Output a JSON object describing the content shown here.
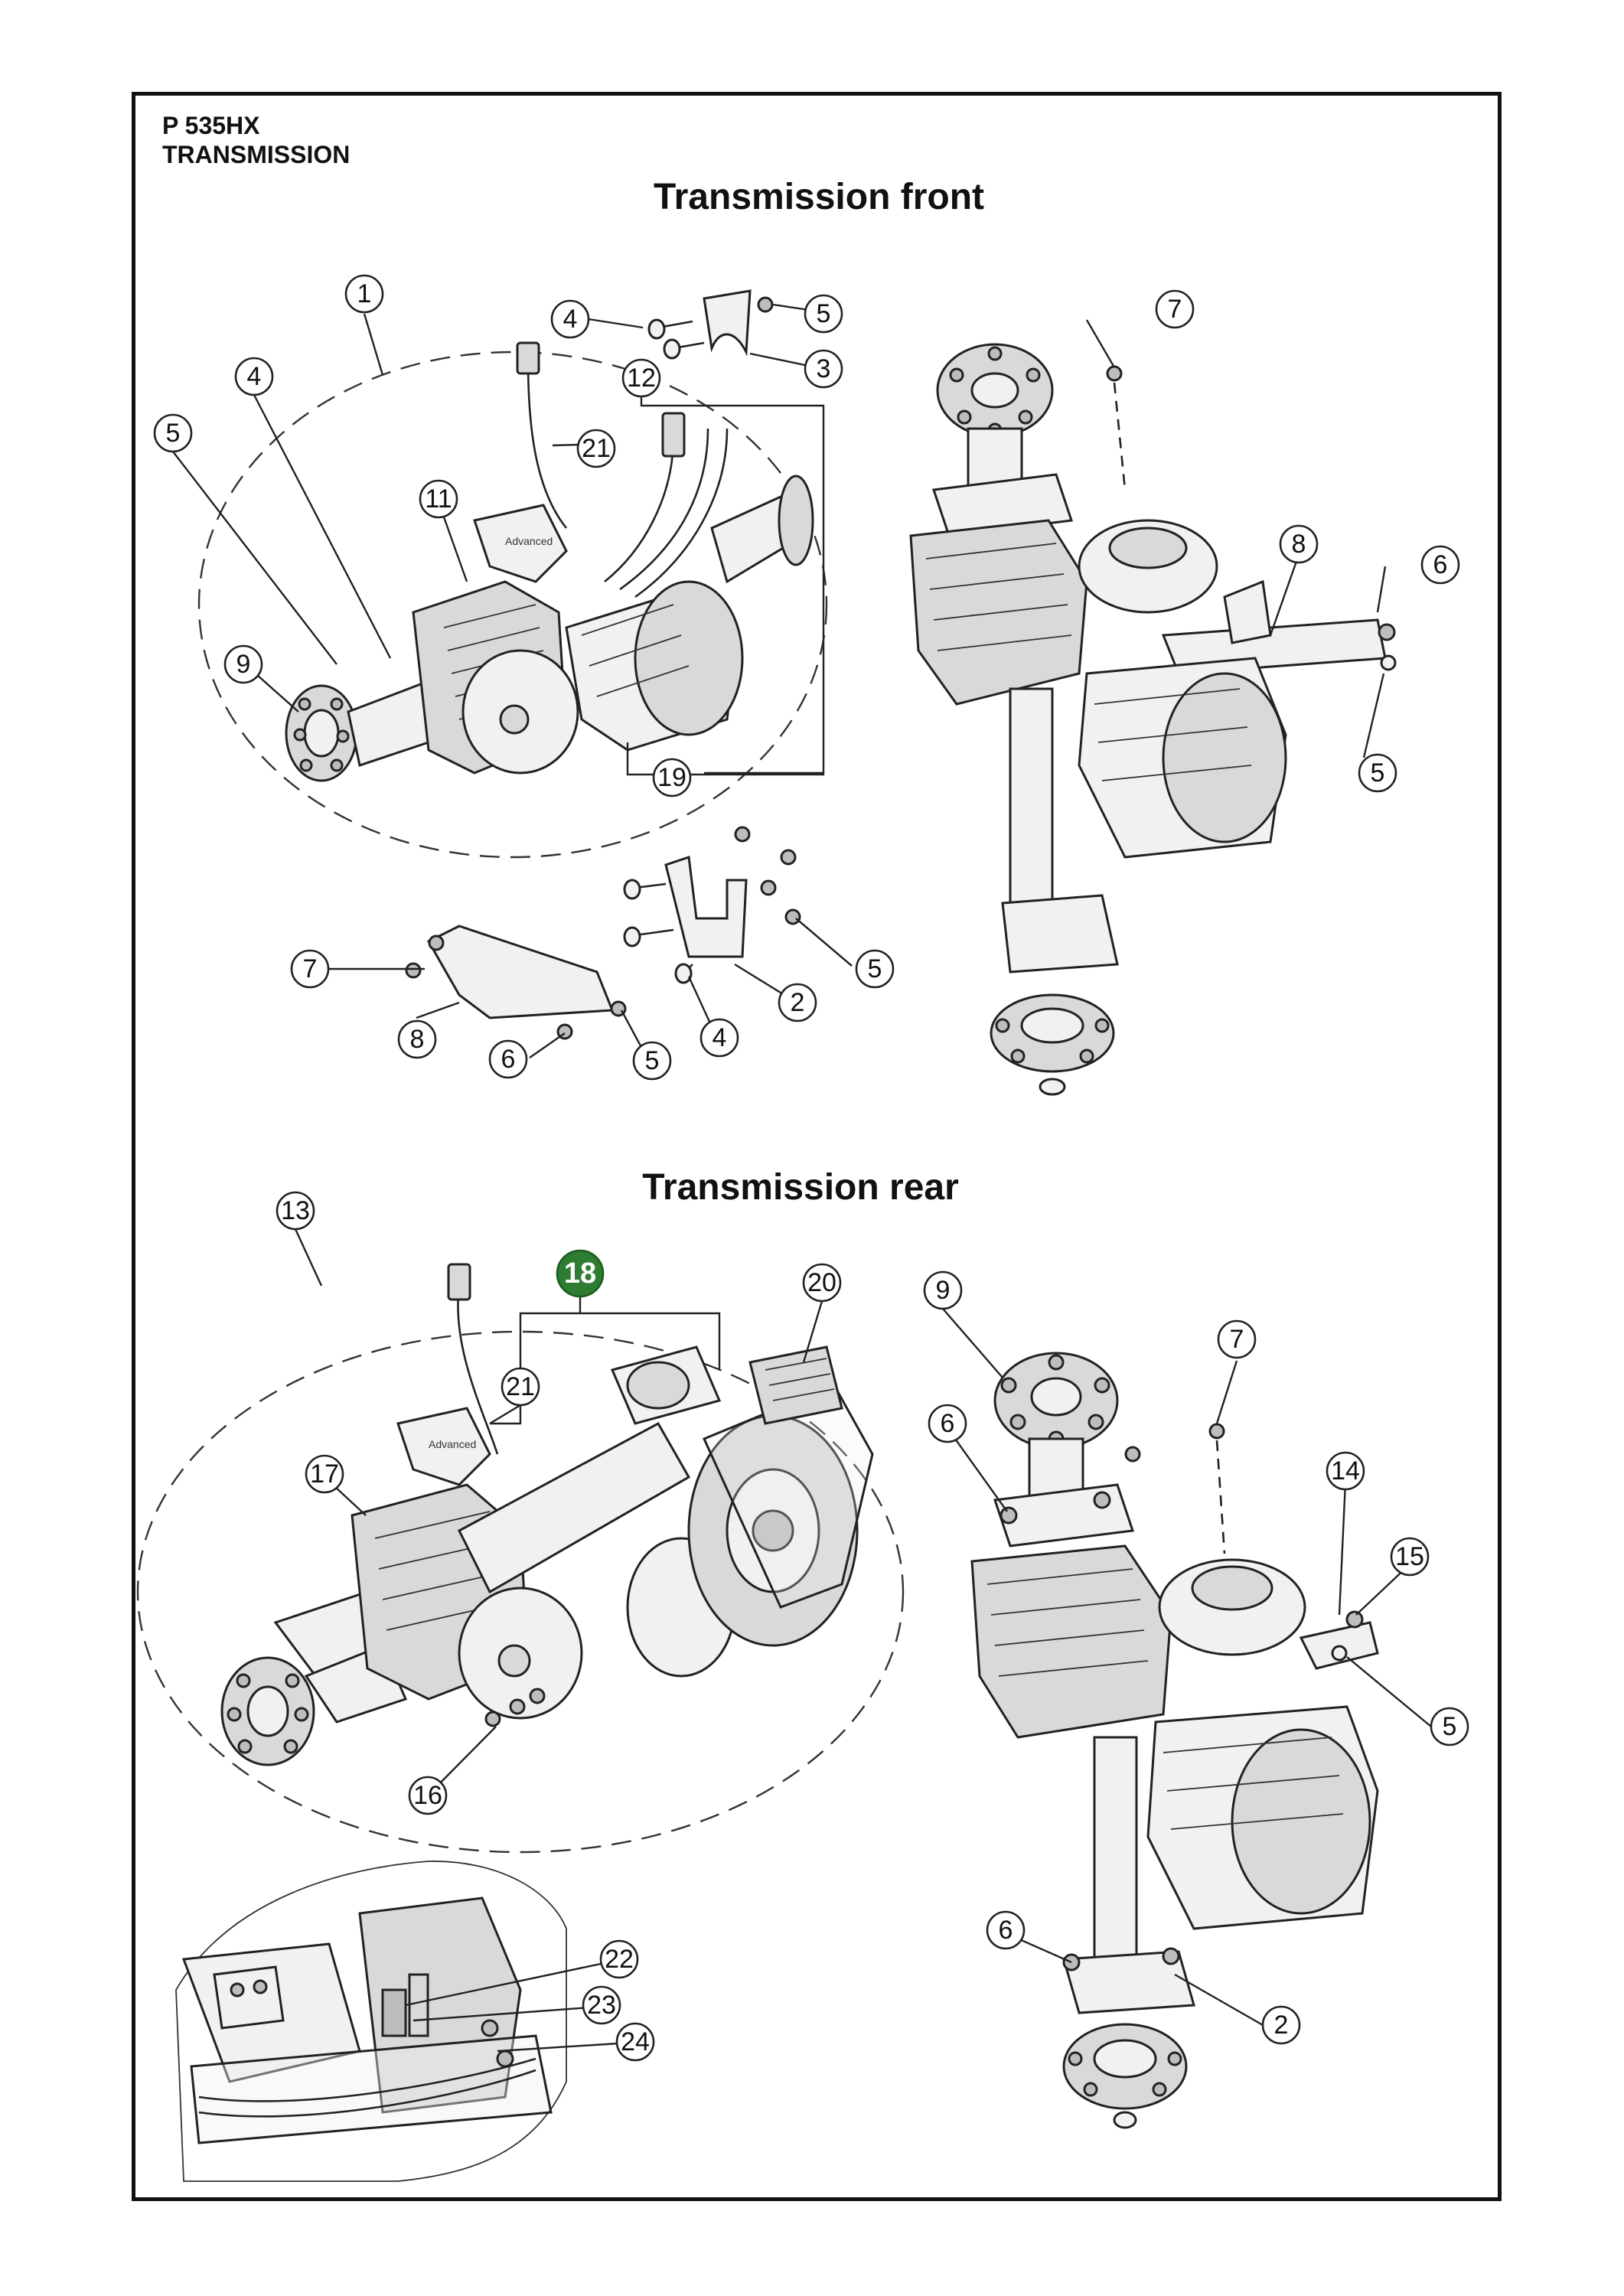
{
  "header": {
    "model": "P 535HX",
    "section": "TRANSMISSION"
  },
  "sections": {
    "front_title": "Transmission front",
    "rear_title": "Transmission rear"
  },
  "colors": {
    "highlight_callout": "#2e7d32",
    "line": "#222222",
    "background": "#ffffff"
  },
  "callouts": {
    "front": [
      "1",
      "4",
      "5",
      "4",
      "5",
      "3",
      "12",
      "21",
      "11",
      "9",
      "19",
      "7",
      "8",
      "6",
      "5",
      "7",
      "8",
      "6",
      "5",
      "4",
      "2",
      "5"
    ],
    "rear": [
      "13",
      "18",
      "20",
      "21",
      "17",
      "16",
      "9",
      "7",
      "6",
      "14",
      "15",
      "5",
      "6",
      "2",
      "22",
      "23",
      "24"
    ]
  },
  "highlighted_callout": "18"
}
